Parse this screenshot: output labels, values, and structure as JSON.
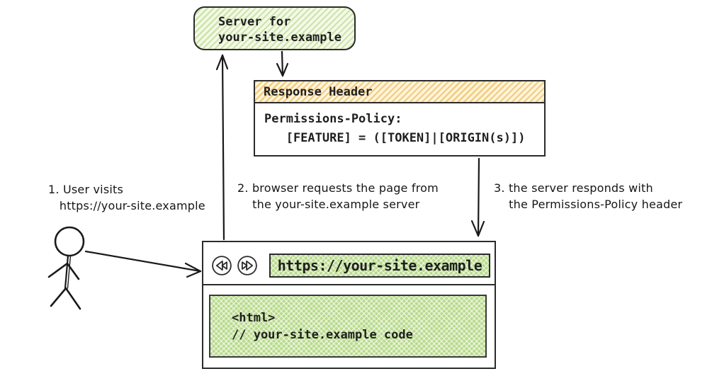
{
  "diagram": {
    "title_semantic": "Permissions-Policy header flow diagram",
    "server_box": {
      "label": "Server for\nyour-site.example"
    },
    "response_header_box": {
      "title": "Response Header",
      "body": "Permissions-Policy:\n   [FEATURE] = ([TOKEN]|[ORIGIN(s)])"
    },
    "annotations": [
      {
        "step": 1,
        "text": "1. User visits\n   https://your-site.example"
      },
      {
        "step": 2,
        "text": "2. browser requests the page from\n    the your-site.example server"
      },
      {
        "step": 3,
        "text": "3. the server responds with\n    the Permissions-Policy header"
      }
    ],
    "browser": {
      "back_icon": "rewind-icon",
      "forward_icon": "fast-forward-icon",
      "url": "https://your-site.example",
      "content": "<html>\n// your-site.example code"
    },
    "actors": [
      {
        "name": "user-stick-figure"
      }
    ],
    "arrows": [
      {
        "from": "user",
        "to": "browser-window"
      },
      {
        "from": "browser-window",
        "to": "server"
      },
      {
        "from": "server",
        "to": "response-header-box"
      },
      {
        "from": "response-header-box",
        "to": "browser-window"
      }
    ],
    "colors": {
      "green_hatch_stripe": "#cde4a7",
      "green_crosshatch": "#b7da89",
      "orange_hatch_stripe": "#f4cc7a",
      "ink": "#1f1f1f"
    }
  }
}
